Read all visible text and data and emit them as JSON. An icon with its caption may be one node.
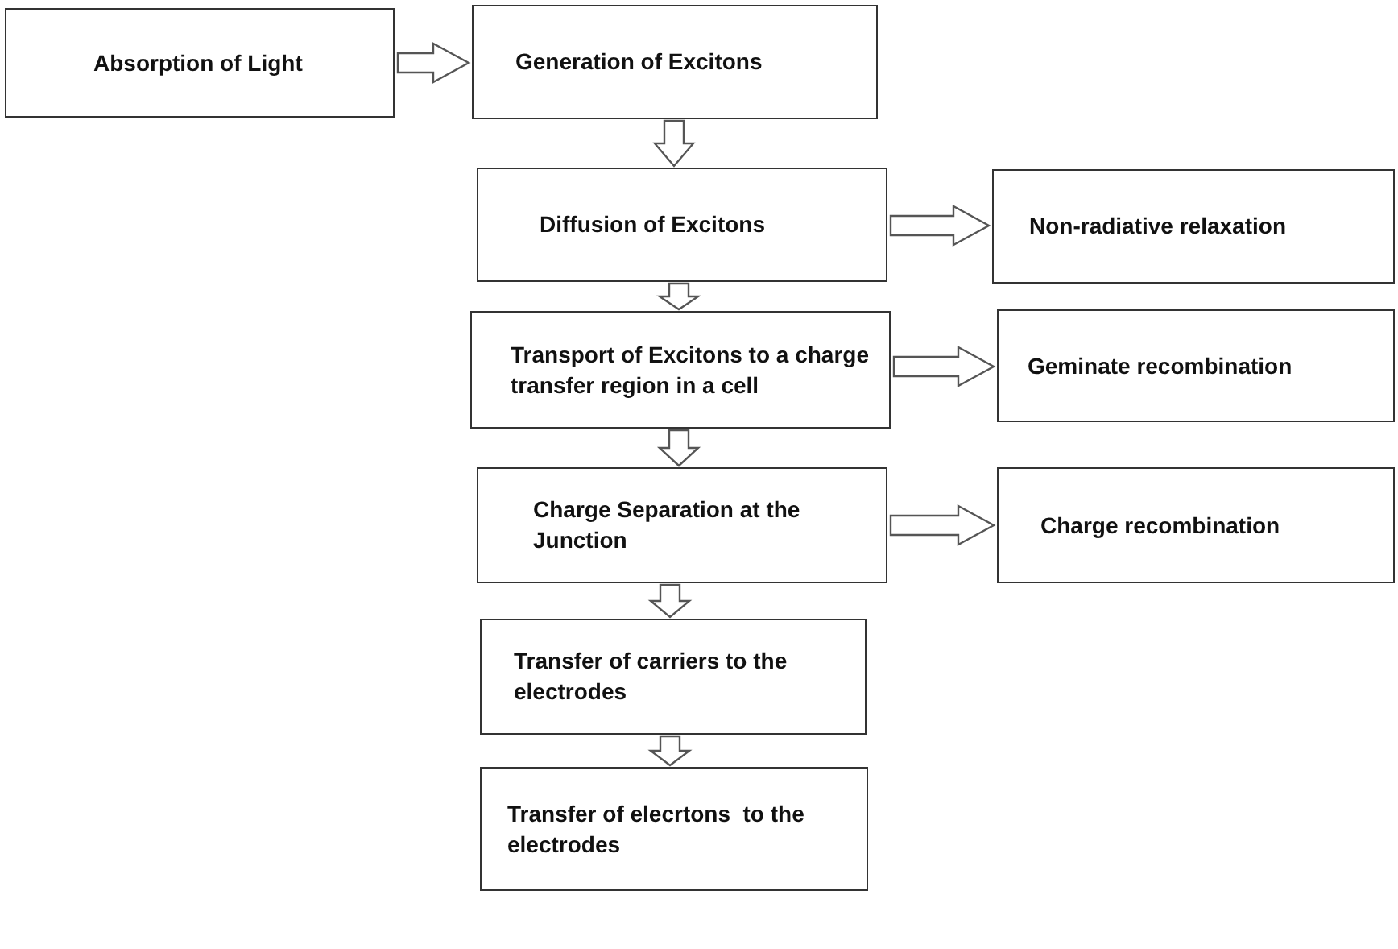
{
  "diagram": {
    "nodes": [
      {
        "text": [
          "Absorption of Light"
        ]
      },
      {
        "text": [
          "Generation of Excitons"
        ]
      },
      {
        "text": [
          "Diffusion of Excitons"
        ]
      },
      {
        "text": [
          "Non-radiative relaxation"
        ]
      },
      {
        "text": [
          "Transport of Excitons to a charge transfer region in a cell"
        ]
      },
      {
        "text": [
          "Geminate recombination"
        ]
      },
      {
        "text": [
          "Charge Separation at the Junction"
        ]
      },
      {
        "text": [
          "Charge recombination"
        ]
      },
      {
        "text": [
          "Transfer of carriers to the electrodes"
        ]
      },
      {
        "text": [
          "Transfer of elecrtons  to the electrodes"
        ]
      }
    ],
    "edges": [
      {
        "from": 0,
        "to": 1,
        "arrow": "to"
      },
      {
        "from": 1,
        "to": 2,
        "arrow": "to"
      },
      {
        "from": 2,
        "to": 3,
        "arrow": "to"
      },
      {
        "from": 2,
        "to": 4,
        "arrow": "to"
      },
      {
        "from": 4,
        "to": 5,
        "arrow": "to"
      },
      {
        "from": 4,
        "to": 6,
        "arrow": "to"
      },
      {
        "from": 6,
        "to": 7,
        "arrow": "to"
      },
      {
        "from": 6,
        "to": 8,
        "arrow": "to"
      },
      {
        "from": 8,
        "to": 9,
        "arrow": "to"
      }
    ]
  }
}
